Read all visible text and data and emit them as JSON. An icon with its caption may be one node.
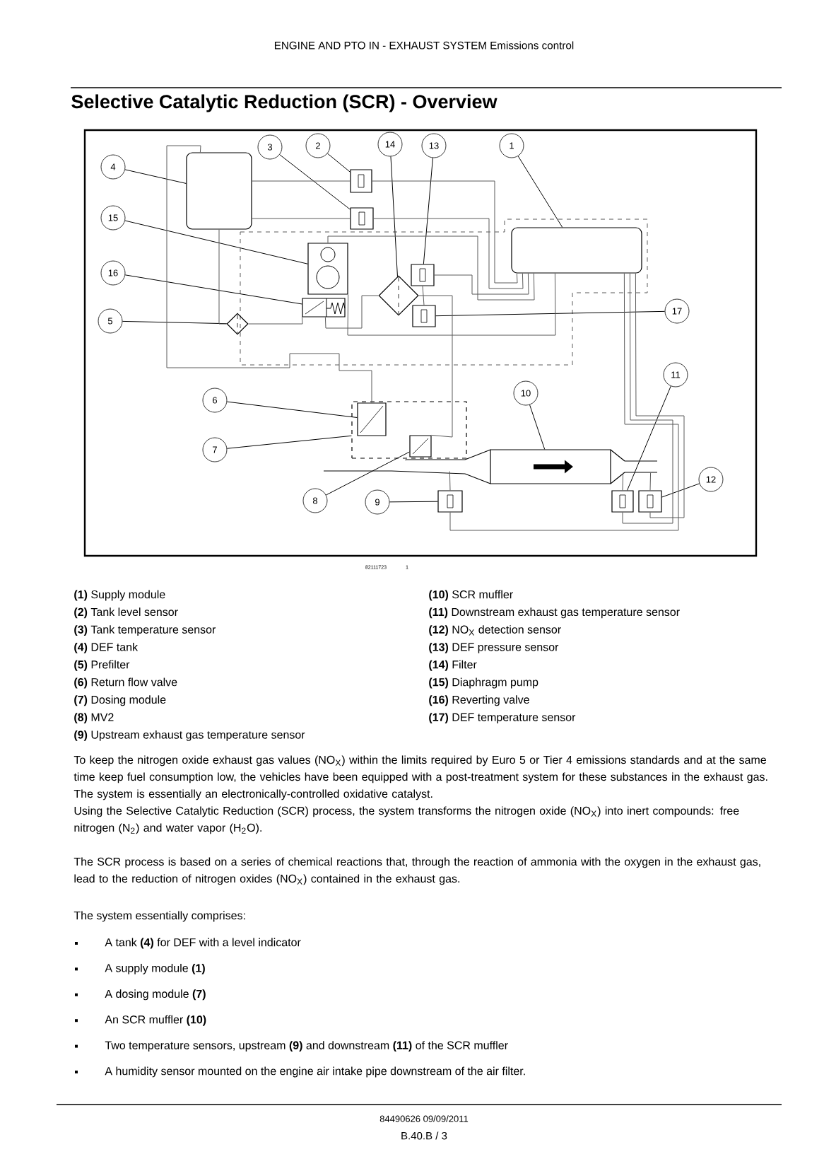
{
  "diagram": {
    "title": "Selective Catalytic Reduction (SCR) - Overview",
    "nodes": [
      {
        "text": [
          "1"
        ]
      },
      {
        "text": [
          "2"
        ]
      },
      {
        "text": [
          "3"
        ]
      },
      {
        "text": [
          "4"
        ]
      },
      {
        "text": [
          "5"
        ]
      },
      {
        "text": [
          "6"
        ]
      },
      {
        "text": [
          "7"
        ]
      },
      {
        "text": [
          "8"
        ]
      },
      {
        "text": [
          "9"
        ]
      },
      {
        "text": [
          "10"
        ]
      },
      {
        "text": [
          "11"
        ]
      },
      {
        "text": [
          "12"
        ]
      },
      {
        "text": [
          "13"
        ]
      },
      {
        "text": [
          "14"
        ]
      },
      {
        "text": [
          "15"
        ]
      },
      {
        "text": [
          "16"
        ]
      },
      {
        "text": [
          "17"
        ]
      },
      {
        "text": [],
        "shape": "box"
      },
      {
        "text": [],
        "shape": "box"
      },
      {
        "text": [],
        "shape": "box"
      },
      {
        "text": [],
        "shape": "box"
      },
      {
        "text": [],
        "shape": "diamond"
      },
      {
        "text": [],
        "shape": "box"
      },
      {
        "text": [],
        "shape": "box",
        "in": 22
      },
      {
        "text": [],
        "shape": "box",
        "in": 22
      },
      {
        "text": [],
        "shape": "box"
      },
      {
        "text": [],
        "shape": "cylinder"
      },
      {
        "text": [],
        "shape": "box"
      },
      {
        "text": [],
        "shape": "box"
      },
      {
        "text": [],
        "shape": "box"
      },
      {
        "text": [],
        "shape": "diamond"
      },
      {
        "text": [],
        "shape": "box"
      },
      {
        "text": [],
        "shape": "box"
      },
      {
        "text": [],
        "shape": "box"
      }
    ],
    "edges": [
      {
        "from": 0,
        "to": 17,
        "arrow": "none"
      },
      {
        "from": 1,
        "to": 18,
        "arrow": "none"
      },
      {
        "from": 2,
        "to": 19,
        "arrow": "none"
      },
      {
        "from": 3,
        "to": 20,
        "arrow": "none"
      },
      {
        "from": 4,
        "to": 21,
        "arrow": "none"
      },
      {
        "from": 5,
        "to": 23,
        "arrow": "none"
      },
      {
        "from": 6,
        "to": 22,
        "arrow": "none"
      },
      {
        "from": 7,
        "to": 24,
        "arrow": "none"
      },
      {
        "from": 8,
        "to": 25,
        "arrow": "none"
      },
      {
        "from": 9,
        "to": 26,
        "arrow": "none"
      },
      {
        "from": 10,
        "to": 27,
        "arrow": "none"
      },
      {
        "from": 11,
        "to": 28,
        "arrow": "none"
      },
      {
        "from": 12,
        "to": 29,
        "arrow": "none"
      },
      {
        "from": 13,
        "to": 30,
        "arrow": "none"
      },
      {
        "from": 14,
        "to": 31,
        "arrow": "none"
      },
      {
        "from": 15,
        "to": 32,
        "arrow": "none"
      },
      {
        "from": 16,
        "to": 33,
        "arrow": "none"
      },
      {
        "from": 20,
        "to": 18,
        "arrow": "none"
      },
      {
        "from": 18,
        "to": 17,
        "arrow": "none"
      },
      {
        "from": 20,
        "to": 19,
        "arrow": "none"
      },
      {
        "from": 19,
        "to": 17,
        "arrow": "none"
      },
      {
        "from": 20,
        "to": 21,
        "arrow": "none"
      },
      {
        "from": 21,
        "to": 32,
        "arrow": "none"
      },
      {
        "from": 32,
        "to": 30,
        "arrow": "none"
      },
      {
        "from": 30,
        "to": 24,
        "arrow": "none"
      },
      {
        "from": 29,
        "to": 33,
        "arrow": "none"
      },
      {
        "from": 29,
        "to": 17,
        "arrow": "none"
      },
      {
        "from": 31,
        "to": 17,
        "arrow": "none"
      },
      {
        "from": 31,
        "to": 17,
        "arrow": "none"
      },
      {
        "from": 17,
        "to": 25,
        "arrow": "none"
      },
      {
        "from": 17,
        "to": 27,
        "arrow": "none"
      },
      {
        "from": 17,
        "to": 28,
        "arrow": "none"
      },
      {
        "from": 20,
        "to": 23,
        "arrow": "none"
      },
      {
        "from": 25,
        "to": 26,
        "arrow": "none"
      },
      {
        "from": 27,
        "to": 26,
        "arrow": "none"
      },
      {
        "from": 28,
        "to": 26,
        "arrow": "none"
      }
    ],
    "labels": [
      "ENGINE AND PTO IN - EXHAUST SYSTEM Emissions control",
      "82111723",
      "1",
      "**(1)** Supply module",
      "**(2)** Tank level sensor",
      "**(3)** Tank temperature sensor",
      "**(4)** DEF tank",
      "**(5)** Prefilter",
      "**(6)** Return flow valve",
      "**(7)** Dosing module",
      "**(8)** MV2",
      "**(9)** Upstream exhaust gas temperature sensor",
      "**(10)** SCR muffler",
      "**(11)** Downstream exhaust gas temperature sensor",
      "**(12)** NO$_{X}$ detection sensor",
      "**(13)** DEF pressure sensor",
      "**(14)** Filter",
      "**(15)** Diaphragm pump",
      "**(16)** Reverting valve",
      "**(17)** DEF temperature sensor",
      "To keep the nitrogen oxide exhaust gas values (NO$_{X}$) within the limits required by Euro 5 or Tier 4 emissions standards and at the same time keep fuel consumption low, the vehicles have been equipped with a post-treatment system for these substances in the exhaust gas. The system is essentially an electronically-controlled oxidative catalyst.",
      "Using the Selective Catalytic Reduction (SCR) process, the system transforms the nitrogen oxide (NO$_{X}$) into inert compounds: free nitrogen (N$_{2}$) and water vapor (H$_{2}$O).",
      "The SCR process is based on a series of chemical reactions that, through the reaction of ammonia with the oxygen in the exhaust gas, lead to the reduction of nitrogen oxides (NO$_{X}$) contained in the exhaust gas.",
      "The system essentially comprises:",
      "A tank **(4)** for DEF with a level indicator",
      "A supply module **(1)**",
      "A dosing module **(7)**",
      "An SCR muffler **(10)**",
      "Two temperature sensors, upstream **(9)** and downstream **(11)** of the SCR muffler",
      "A humidity sensor mounted on the engine air intake pipe downstream of the air filter.",
      "84490626 09/09/2011",
      "B.40.B / 3"
    ]
  }
}
